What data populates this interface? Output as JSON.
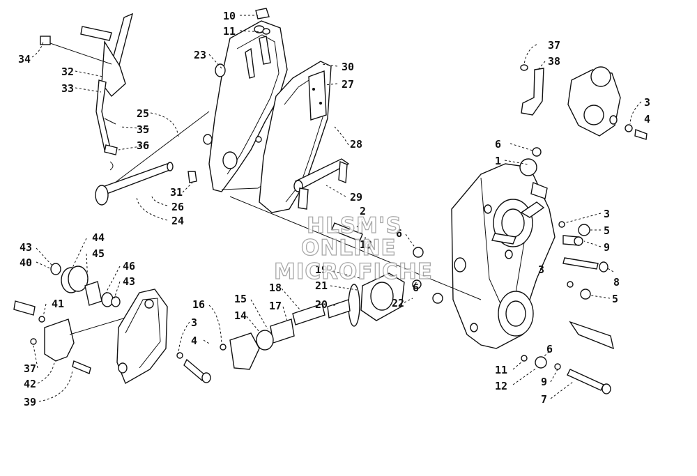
{
  "callouts": [
    "34",
    "32",
    "33",
    "25",
    "35",
    "36",
    "31",
    "26",
    "24",
    "10",
    "11",
    "23",
    "30",
    "27",
    "28",
    "29",
    "37",
    "38",
    "3",
    "4",
    "6",
    "1",
    "3",
    "5",
    "9",
    "8",
    "5",
    "2",
    "13",
    "6",
    "19",
    "21",
    "6",
    "22",
    "18",
    "20",
    "17",
    "15",
    "14",
    "16",
    "3",
    "4",
    "43",
    "40",
    "44",
    "45",
    "46",
    "43",
    "41",
    "37",
    "42",
    "39",
    "3",
    "11",
    "12",
    "9",
    "7",
    "6"
  ],
  "watermark": [
    "HLSM'S",
    "ONLINE",
    "MICROFICHE"
  ]
}
